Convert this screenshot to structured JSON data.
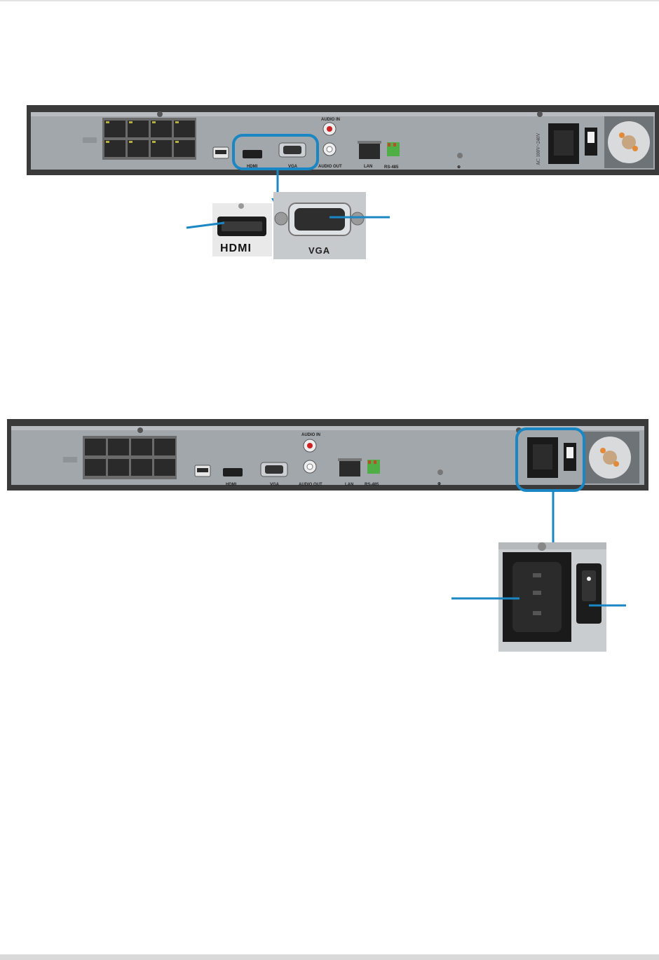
{
  "panel_labels": {
    "audio_in": "AUDIO IN",
    "audio_out": "AUDIO OUT",
    "hdmi": "HDMI",
    "vga": "VGA",
    "lan": "LAN",
    "rs485": "RS-485",
    "ac_rating": "AC 100V~240V"
  },
  "zoom_labels": {
    "hdmi": "HDMI",
    "vga": "VGA"
  },
  "colors": {
    "callout": "#1a86c4",
    "panel": "#9ea3a8",
    "chassis": "#3a3a3a"
  }
}
